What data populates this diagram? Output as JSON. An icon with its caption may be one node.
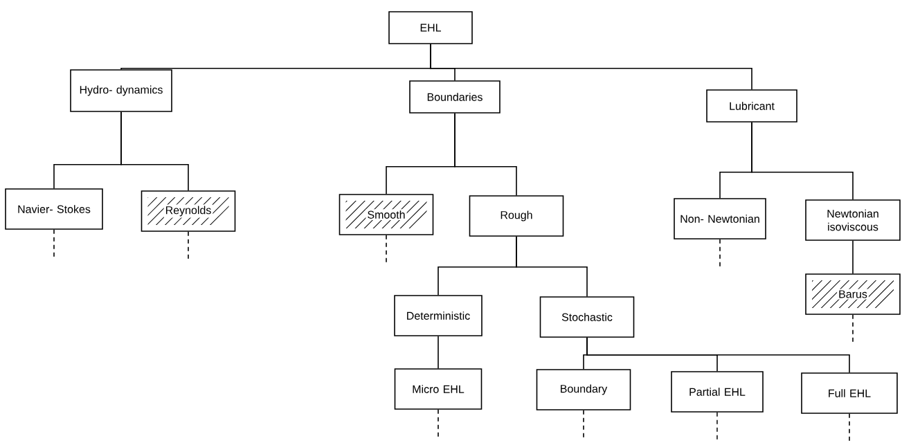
{
  "diagram": {
    "nodes": [
      {
        "text": [
          "EHL"
        ]
      },
      {
        "text": [
          "Hydro- dynamics"
        ]
      },
      {
        "text": [
          "Boundaries"
        ]
      },
      {
        "text": [
          "Lubricant"
        ]
      },
      {
        "text": [
          "Navier- Stokes"
        ]
      },
      {
        "text": [
          "Reynolds"
        ]
      },
      {
        "text": [
          "Smooth"
        ]
      },
      {
        "text": [
          "Rough"
        ]
      },
      {
        "text": [
          "Non- Newtonian"
        ]
      },
      {
        "text": [
          "Newtonian isoviscous"
        ]
      },
      {
        "text": [
          "Deterministic"
        ]
      },
      {
        "text": [
          "Stochastic"
        ]
      },
      {
        "text": [
          "Barus"
        ]
      },
      {
        "text": [
          "Micro EHL"
        ]
      },
      {
        "text": [
          "Boundary"
        ]
      },
      {
        "text": [
          "Partial EHL"
        ]
      },
      {
        "text": [
          "Full EHL"
        ]
      }
    ],
    "edges": [
      {
        "from": 0,
        "to": 1,
        "arrow": "none"
      },
      {
        "from": 0,
        "to": 2,
        "arrow": "none"
      },
      {
        "from": 0,
        "to": 3,
        "arrow": "none"
      },
      {
        "from": 1,
        "to": 4,
        "arrow": "none"
      },
      {
        "from": 1,
        "to": 5,
        "arrow": "none"
      },
      {
        "from": 2,
        "to": 6,
        "arrow": "none"
      },
      {
        "from": 2,
        "to": 7,
        "arrow": "none"
      },
      {
        "from": 3,
        "to": 8,
        "arrow": "none"
      },
      {
        "from": 3,
        "to": 9,
        "arrow": "none"
      },
      {
        "from": 7,
        "to": 10,
        "arrow": "none"
      },
      {
        "from": 7,
        "to": 11,
        "arrow": "none"
      },
      {
        "from": 9,
        "to": 12,
        "arrow": "none"
      },
      {
        "from": 10,
        "to": 13,
        "arrow": "none"
      },
      {
        "from": 11,
        "to": 14,
        "arrow": "none"
      },
      {
        "from": 11,
        "to": 15,
        "arrow": "none"
      },
      {
        "from": 11,
        "to": 16,
        "arrow": "none"
      },
      {
        "from": 4,
        "to": null,
        "arrow": "none",
        "style": "dashed"
      },
      {
        "from": 5,
        "to": null,
        "arrow": "none",
        "style": "dashed"
      },
      {
        "from": 6,
        "to": null,
        "arrow": "none",
        "style": "dashed"
      },
      {
        "from": 8,
        "to": null,
        "arrow": "none",
        "style": "dashed"
      },
      {
        "from": 12,
        "to": null,
        "arrow": "none",
        "style": "dashed"
      },
      {
        "from": 13,
        "to": null,
        "arrow": "none",
        "style": "dashed"
      },
      {
        "from": 14,
        "to": null,
        "arrow": "none",
        "style": "dashed"
      },
      {
        "from": 15,
        "to": null,
        "arrow": "none",
        "style": "dashed"
      },
      {
        "from": 16,
        "to": null,
        "arrow": "none",
        "style": "dashed"
      }
    ]
  }
}
